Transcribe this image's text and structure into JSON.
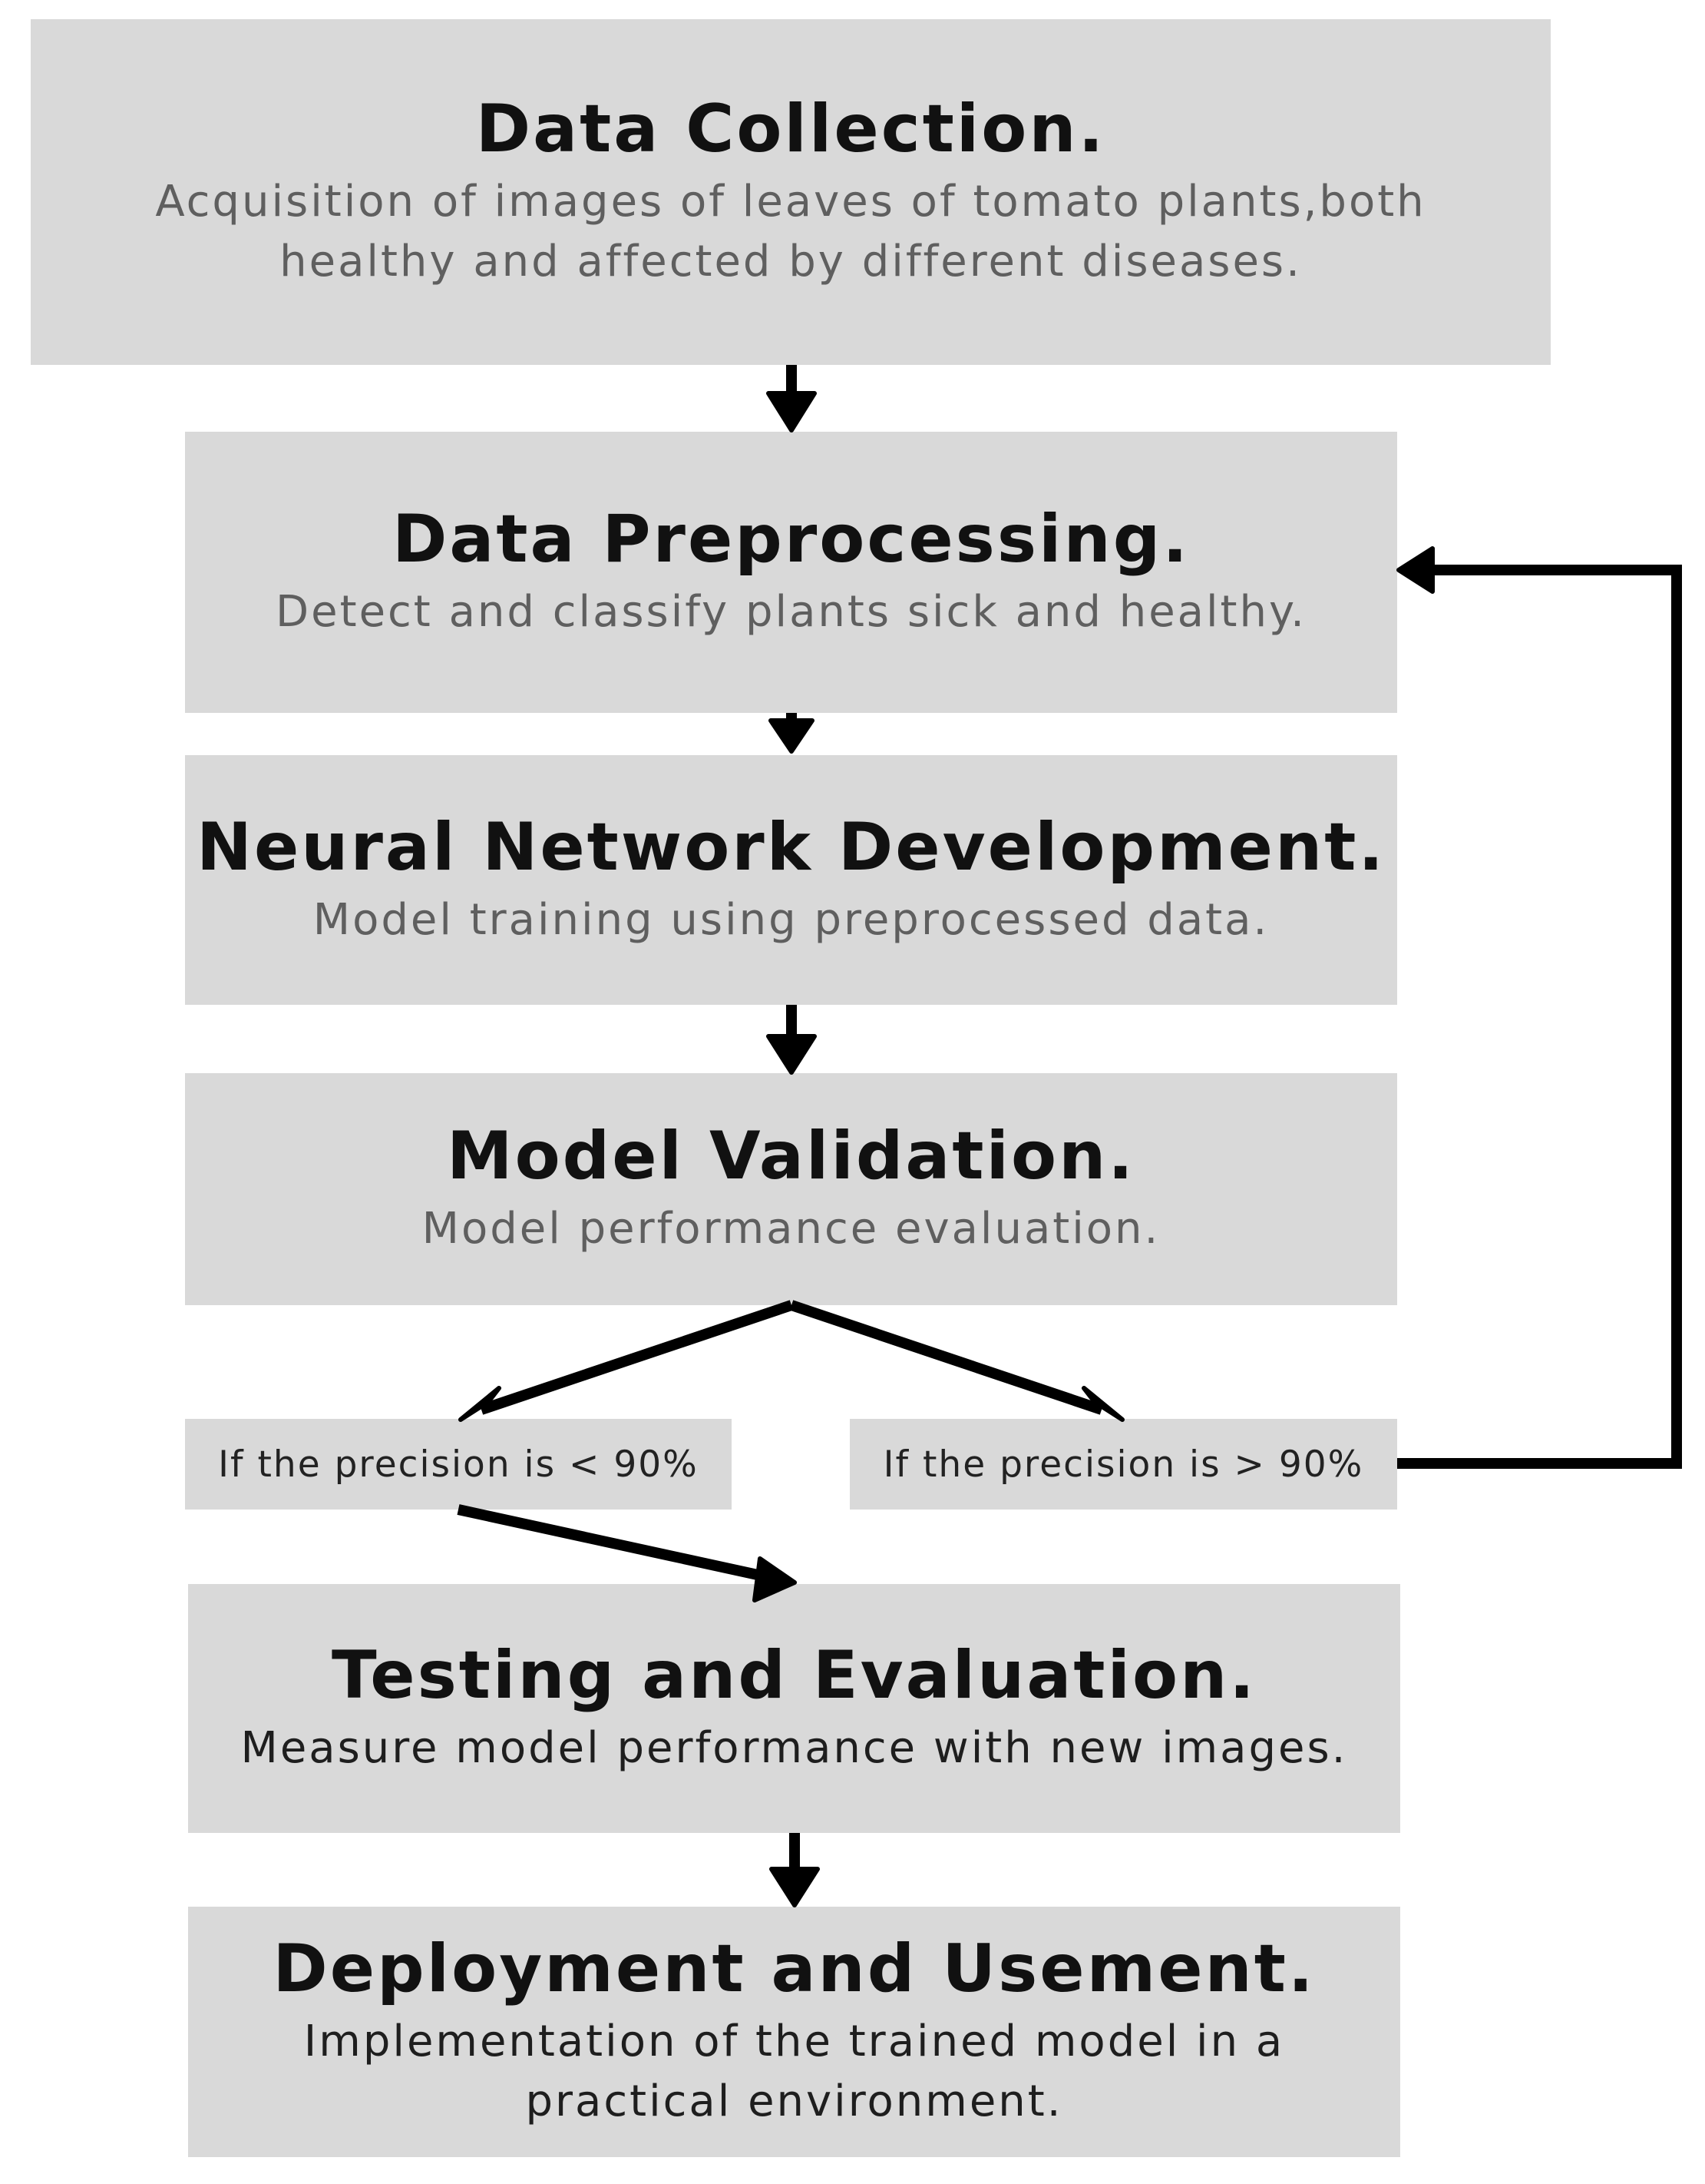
{
  "steps": {
    "collection": {
      "title": "Data Collection.",
      "description": "Acquisition of images of leaves of tomato plants,both healthy and affected by different diseases."
    },
    "preprocessing": {
      "title": "Data Preprocessing.",
      "description": "Detect and classify plants sick and healthy."
    },
    "development": {
      "title": "Neural Network Development.",
      "description": "Model training using preprocessed data."
    },
    "validation": {
      "title": "Model Validation.",
      "description": "Model performance evaluation."
    },
    "testing": {
      "title": "Testing and Evaluation.",
      "description": "Measure model performance with new images."
    },
    "deployment": {
      "title": "Deployment and Usement.",
      "description": "Implementation of the trained model in a practical environment."
    }
  },
  "conditions": {
    "low": "If the precision is < 90%",
    "high": "If the precision is > 90%"
  },
  "colors": {
    "box_fill": "#d9d9d9",
    "title_text": "#111111",
    "description_text": "#5f5f5f",
    "arrow": "#000000"
  }
}
